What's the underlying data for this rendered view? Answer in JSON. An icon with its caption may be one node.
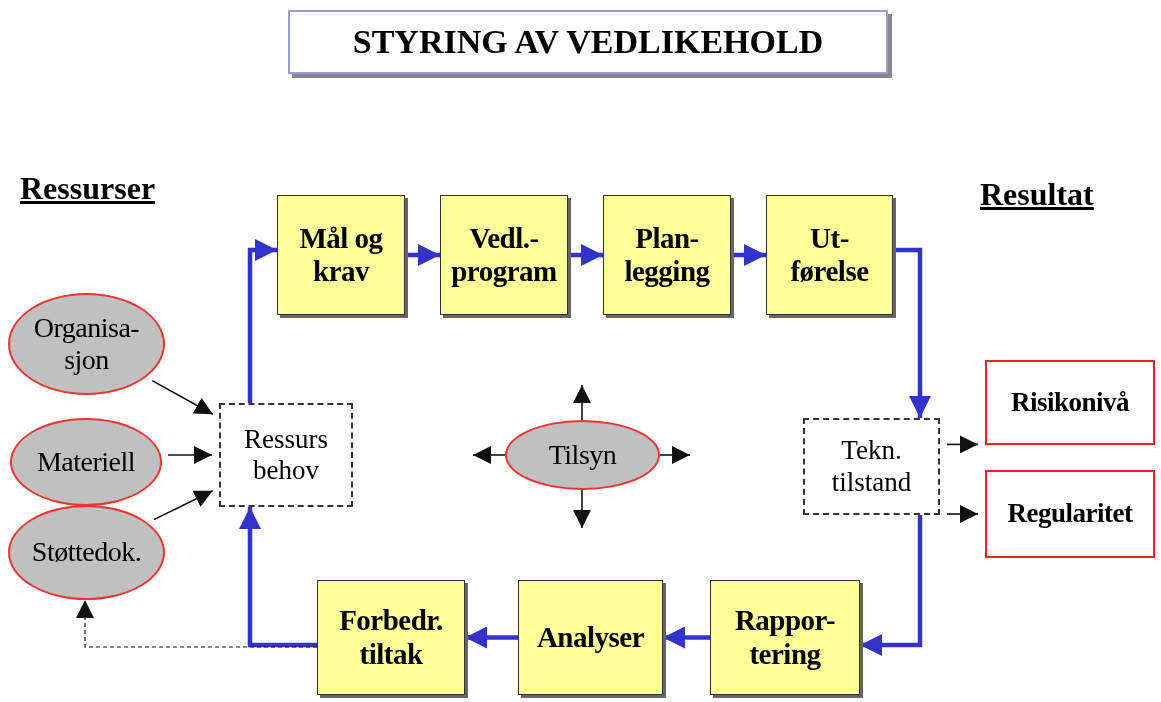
{
  "diagram": {
    "title": "STYRING AV VEDLIKEHOLD",
    "nodes": [
      {
        "text": [
          "Mål og krav"
        ]
      },
      {
        "text": [
          "Vedl.- program"
        ]
      },
      {
        "text": [
          "Plan- legging"
        ]
      },
      {
        "text": [
          "Ut- førelse"
        ]
      },
      {
        "text": [
          "Organisa- sjon"
        ]
      },
      {
        "text": [
          "Materiell"
        ]
      },
      {
        "text": [
          "Støttedok."
        ]
      },
      {
        "text": [
          "Ressurs behov"
        ]
      },
      {
        "text": [
          "Tilsyn"
        ]
      },
      {
        "text": [
          "Tekn. tilstand"
        ]
      },
      {
        "text": [
          "Risikonivå"
        ]
      },
      {
        "text": [
          "Regularitet"
        ]
      },
      {
        "text": [
          "Forbedr. tiltak"
        ]
      },
      {
        "text": [
          "Analyser"
        ]
      },
      {
        "text": [
          "Rappor- tering"
        ]
      }
    ],
    "edges": [
      {
        "from": 7,
        "to": 0,
        "arrow": "to",
        "style": "thick",
        "color": "#3333cc"
      },
      {
        "from": 0,
        "to": 1,
        "arrow": "to",
        "style": "thick",
        "color": "#3333cc"
      },
      {
        "from": 1,
        "to": 2,
        "arrow": "to",
        "style": "thick",
        "color": "#3333cc"
      },
      {
        "from": 2,
        "to": 3,
        "arrow": "to",
        "style": "thick",
        "color": "#3333cc"
      },
      {
        "from": 3,
        "to": 9,
        "arrow": "to",
        "style": "thick",
        "color": "#3333cc"
      },
      {
        "from": 9,
        "to": 14,
        "arrow": "to",
        "style": "thick",
        "color": "#3333cc"
      },
      {
        "from": 14,
        "to": 13,
        "arrow": "to",
        "style": "thick",
        "color": "#3333cc"
      },
      {
        "from": 13,
        "to": 12,
        "arrow": "to",
        "style": "thick",
        "color": "#3333cc"
      },
      {
        "from": 12,
        "to": 7,
        "arrow": "to",
        "style": "thick",
        "color": "#3333cc"
      },
      {
        "from": 12,
        "to": 6,
        "arrow": "to",
        "style": "dashed"
      },
      {
        "from": 4,
        "to": 7,
        "arrow": "to"
      },
      {
        "from": 5,
        "to": 7,
        "arrow": "to"
      },
      {
        "from": 6,
        "to": 7,
        "arrow": "to"
      },
      {
        "from": 9,
        "to": 10,
        "arrow": "to"
      },
      {
        "from": 9,
        "to": 11,
        "arrow": "to"
      },
      {
        "from": 8,
        "to": null,
        "arrow": "to"
      },
      {
        "from": 8,
        "to": null,
        "arrow": "to"
      },
      {
        "from": 8,
        "to": null,
        "arrow": "to"
      },
      {
        "from": 8,
        "to": null,
        "arrow": "to"
      }
    ],
    "labels": [
      "Ressurser",
      "Resultat"
    ]
  }
}
